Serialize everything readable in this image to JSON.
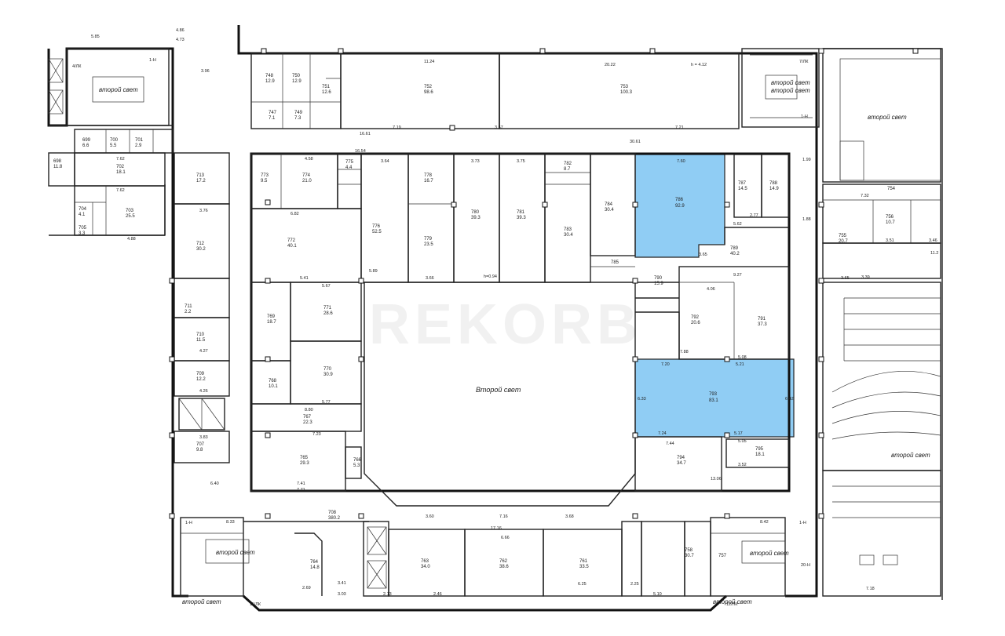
{
  "watermark": "REKORB",
  "colors": {
    "highlight": "#90cdf4",
    "lines": "#222222",
    "background": "#ffffff"
  },
  "second_light_label": "второй свет",
  "atrium_label": "Второй свет",
  "stair_labels": {
    "s1": "1-Н",
    "s2": "1-Н",
    "s3": "1-Н",
    "s4": "1-Н",
    "s5": "20-Н",
    "ak4": "4/ЛК",
    "ak7": "7/ЛК",
    "ak11": "11/ЛК",
    "ak12": "12/ЛК"
  },
  "highlighted_rooms": [
    {
      "num": "786",
      "area": "92.9"
    },
    {
      "num": "793",
      "area": "83.1"
    }
  ],
  "rooms": [
    {
      "id": "r752",
      "num": "752",
      "area": "98.6"
    },
    {
      "id": "r753",
      "num": "753",
      "area": "100.3"
    },
    {
      "id": "r748",
      "num": "748",
      "area": "12.9"
    },
    {
      "id": "r750",
      "num": "750",
      "area": "12.9"
    },
    {
      "id": "r751",
      "num": "751",
      "area": "12.6"
    },
    {
      "id": "r747",
      "num": "747",
      "area": "7.1"
    },
    {
      "id": "r749",
      "num": "749",
      "area": "7.3"
    },
    {
      "id": "r699",
      "num": "699",
      "area": "6.6"
    },
    {
      "id": "r700",
      "num": "700",
      "area": "5.5"
    },
    {
      "id": "r701",
      "num": "701",
      "area": "2.9"
    },
    {
      "id": "r702",
      "num": "702",
      "area": "18.1"
    },
    {
      "id": "r703",
      "num": "703",
      "area": "25.5"
    },
    {
      "id": "r704",
      "num": "704",
      "area": "4.1"
    },
    {
      "id": "r705",
      "num": "705",
      "area": "3.3"
    },
    {
      "id": "r698",
      "num": "698",
      "area": "11.8"
    },
    {
      "id": "r713",
      "num": "713",
      "area": "17.2"
    },
    {
      "id": "r712",
      "num": "712",
      "area": "30.2"
    },
    {
      "id": "r711",
      "num": "711",
      "area": "2.2"
    },
    {
      "id": "r710",
      "num": "710",
      "area": "11.5"
    },
    {
      "id": "r709",
      "num": "709",
      "area": "12.2"
    },
    {
      "id": "r707",
      "num": "707",
      "area": "9.8"
    },
    {
      "id": "r773",
      "num": "773",
      "area": "9.5"
    },
    {
      "id": "r774",
      "num": "774",
      "area": "21.0"
    },
    {
      "id": "r775",
      "num": "775",
      "area": "4.4"
    },
    {
      "id": "r776",
      "num": "776",
      "area": "52.5"
    },
    {
      "id": "r772",
      "num": "772",
      "area": "40.1"
    },
    {
      "id": "r778",
      "num": "778",
      "area": "16.7"
    },
    {
      "id": "r779",
      "num": "779",
      "area": "23.5"
    },
    {
      "id": "r780",
      "num": "780",
      "area": "39.3"
    },
    {
      "id": "r781",
      "num": "781",
      "area": "39.3"
    },
    {
      "id": "r782",
      "num": "782",
      "area": "8.7"
    },
    {
      "id": "r783",
      "num": "783",
      "area": "30.4"
    },
    {
      "id": "r784",
      "num": "784",
      "area": "30.4"
    },
    {
      "id": "r785",
      "num": "785",
      "area": ""
    },
    {
      "id": "r787",
      "num": "787",
      "area": "14.5"
    },
    {
      "id": "r788",
      "num": "788",
      "area": "14.9"
    },
    {
      "id": "r789",
      "num": "789",
      "area": "40.2"
    },
    {
      "id": "r790",
      "num": "790",
      "area": "15.9"
    },
    {
      "id": "r791",
      "num": "791",
      "area": "37.3"
    },
    {
      "id": "r792",
      "num": "792",
      "area": "20.6"
    },
    {
      "id": "r771",
      "num": "771",
      "area": "28.6"
    },
    {
      "id": "r769",
      "num": "769",
      "area": "18.7"
    },
    {
      "id": "r770",
      "num": "770",
      "area": "30.9"
    },
    {
      "id": "r768",
      "num": "768",
      "area": "10.1"
    },
    {
      "id": "r767",
      "num": "767",
      "area": "22.3"
    },
    {
      "id": "r765",
      "num": "765",
      "area": "29.3"
    },
    {
      "id": "r766",
      "num": "766",
      "area": "5.3"
    },
    {
      "id": "r794",
      "num": "794",
      "area": "34.7"
    },
    {
      "id": "r795",
      "num": "795",
      "area": "18.1"
    },
    {
      "id": "r708",
      "num": "708",
      "area": "380.2"
    },
    {
      "id": "r763",
      "num": "763",
      "area": "34.0"
    },
    {
      "id": "r762",
      "num": "762",
      "area": "38.6"
    },
    {
      "id": "r761",
      "num": "761",
      "area": "33.5"
    },
    {
      "id": "r758",
      "num": "758",
      "area": "30.7"
    },
    {
      "id": "r764",
      "num": "764",
      "area": "14.8"
    },
    {
      "id": "r757",
      "num": "757",
      "area": ""
    },
    {
      "id": "r755",
      "num": "755",
      "area": "20.7"
    },
    {
      "id": "r756",
      "num": "756",
      "area": "10.7"
    },
    {
      "id": "r754",
      "num": "754",
      "area": ""
    }
  ],
  "dims": {
    "d1": "5.85",
    "d2": "4.86",
    "d3": "4.73",
    "d4": "11.24",
    "d5": "20.22",
    "d6": "h = 4.12",
    "d7": "3.96",
    "d8": "3.57",
    "d9": "7.21",
    "d10": "7.19",
    "d11": "16.61",
    "d12": "30.61",
    "d13": "16.54",
    "d14": "7.62",
    "d15": "7.62",
    "d16": "3.64",
    "d17": "3.73",
    "d18": "3.75",
    "d19": "7.60",
    "d20": "4.58",
    "d21": "6.82",
    "d22": "5.89",
    "d23": "5.41",
    "d24": "5.67",
    "d25": "3.66",
    "d26": "h=0.94",
    "d27": "8.80",
    "d28": "7.23",
    "d29": "5.77",
    "d30": "7.41",
    "d31": "7.71",
    "d32": "6.40",
    "d33": "3.60",
    "d34": "7.16",
    "d35": "3.68",
    "d36": "17.16",
    "d37": "6.66",
    "d38": "13.06",
    "d39": "7.44",
    "d40": "5.05",
    "d41": "3.52",
    "d42": "6.25",
    "d43": "9.27",
    "d44": "4.06",
    "d45": "7.88",
    "d46": "5.08",
    "d47": "7.20",
    "d48": "5.21",
    "d49": "7.24",
    "d50": "5.17",
    "d51": "6.33",
    "d52": "6.42",
    "d53": "3.65",
    "d54": "5.62",
    "d55": "2.77",
    "d56": "3.39",
    "d57": "3.51",
    "d58": "3.46",
    "d59": "7.18",
    "d60": "8.33",
    "d61": "8.42",
    "d62": "2.69",
    "d63": "3.41",
    "d64": "2.46",
    "d65": "5.10",
    "d66": "2.25",
    "d67": "3.03",
    "d68": "2.13",
    "d69": "1.99",
    "d70": "1.88",
    "d71": "4.88",
    "d72": "3.76",
    "d73": "4.27",
    "d74": "4.26",
    "d75": "3.83",
    "d76": "3.65",
    "d77": "7.32",
    "d78": "11.2"
  }
}
